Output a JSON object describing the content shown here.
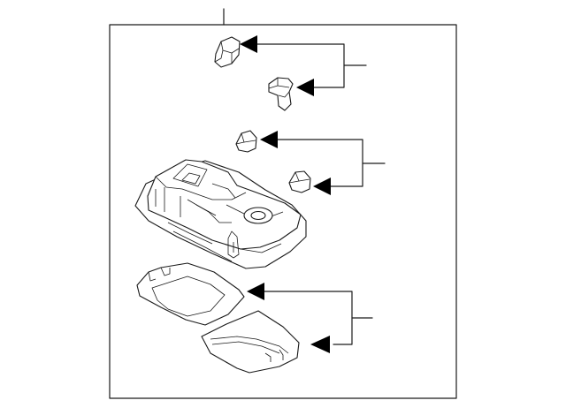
{
  "diagram": {
    "type": "exploded parts diagram",
    "parts": [
      "bulb-upper",
      "bulb-lower",
      "clip-upper",
      "clip-lower",
      "lamp-housing",
      "lens-upper",
      "lens-lower"
    ],
    "callout_groups": [
      {
        "id": "bulbs",
        "count": 2
      },
      {
        "id": "clips",
        "count": 2
      },
      {
        "id": "lenses",
        "count": 2
      }
    ],
    "colors": {
      "line": "#1a1a1a",
      "arrow": "#000000",
      "background": "#ffffff"
    }
  }
}
